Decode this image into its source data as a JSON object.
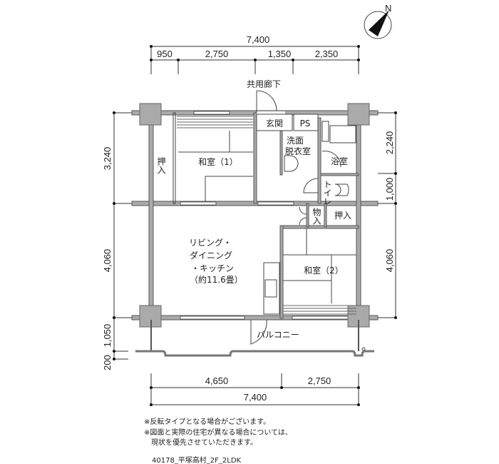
{
  "compass": {
    "north_label": "N"
  },
  "dimensions": {
    "top_total": "7,400",
    "top_segments": [
      "950",
      "2,750",
      "1,350",
      "2,350"
    ],
    "bottom_segments": [
      "4,650",
      "2,750"
    ],
    "bottom_total": "7,400",
    "left": [
      "3,240",
      "4,060",
      "1,050",
      "200"
    ],
    "right": [
      "2,240",
      "1,000",
      "4,060"
    ]
  },
  "rooms": {
    "corridor": "共用廊下",
    "entrance": "玄関",
    "ps": "PS",
    "washroom_1": "洗面",
    "washroom_2": "脱衣室",
    "bath": "浴室",
    "toilet": "トイレ",
    "closet_left": "押入",
    "japanese_room_1": "和室（1）",
    "storage": "物入",
    "closet_right": "押入",
    "ldk_1": "リビング・",
    "ldk_2": "ダイニング",
    "ldk_3": "・キッチン",
    "ldk_4": "（約11.6畳）",
    "japanese_room_2": "和室（2）",
    "balcony": "バルコニー"
  },
  "notes": [
    "※反転タイプとなる場合がございます。",
    "※図面と実際の住宅が異なる場合については、",
    "　現状を優先させていただきます。"
  ],
  "footer": "40178_平塚高村_2F_2LDK"
}
